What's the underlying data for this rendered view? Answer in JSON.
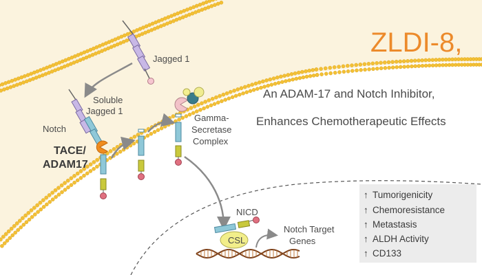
{
  "title": "ZLDI-8,",
  "subtitle_line1": "An ADAM-17 and Notch Inhibitor,",
  "subtitle_line2": "Enhances Chemotherapeutic Effects",
  "labels": {
    "jagged1": "Jagged 1",
    "soluble_line1": "Soluble",
    "soluble_line2": "Jagged 1",
    "notch": "Notch",
    "tace_line1": "TACE/",
    "tace_line2": "ADAM17",
    "gamma_line1": "Gamma-",
    "gamma_line2": "Secretase",
    "gamma_line3": "Complex",
    "nicd": "NICD",
    "csl": "CSL",
    "target_line1": "Notch Target",
    "target_line2": "Genes"
  },
  "effects": [
    {
      "arrow": "↑",
      "text": "Tumorigenicity"
    },
    {
      "arrow": "↑",
      "text": "Chemoresistance"
    },
    {
      "arrow": "↑",
      "text": "Metastasis"
    },
    {
      "arrow": "↑",
      "text": "ALDH Activity"
    },
    {
      "arrow": "↑",
      "text": "CD133"
    }
  ],
  "colors": {
    "title": "#ec8a2b",
    "membrane": "#f3c035",
    "background": "#fbf3de",
    "cell": "#ffffff",
    "effects_box": "#ececec",
    "receptor": "#8fc8d8",
    "ligand": "#c8b8e6",
    "tace": "#f08c1e",
    "csl": "#f2ee8a"
  }
}
